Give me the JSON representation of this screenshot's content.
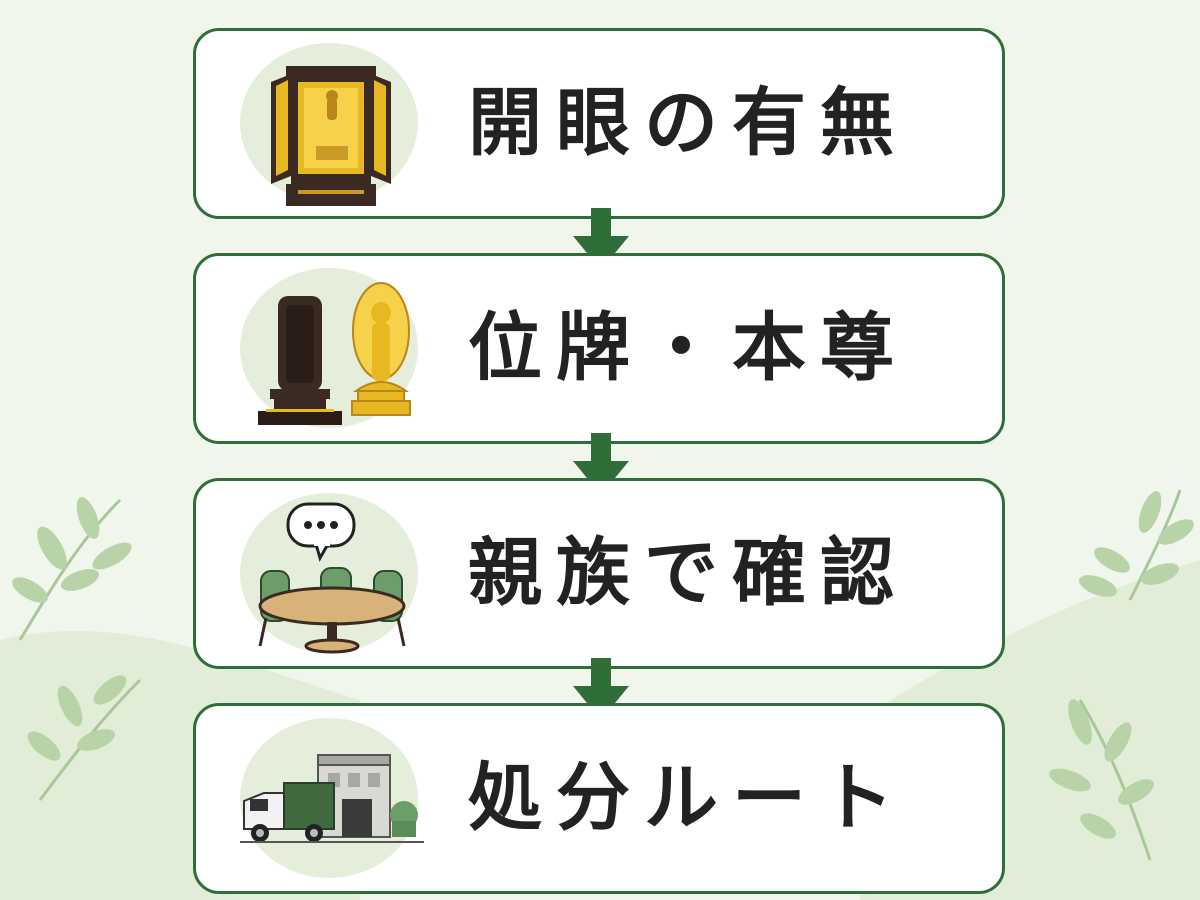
{
  "colors": {
    "background": "#f1f6ec",
    "card_border": "#2f6e38",
    "arrow": "#2f6e38",
    "text": "#222222",
    "icon_circle": "#e4eedb",
    "gold": "#e7b81f"
  },
  "steps": [
    {
      "label": "開眼の有無",
      "icon": "butsudan-icon"
    },
    {
      "label": "位牌・本尊",
      "icon": "ihai-honzon-icon"
    },
    {
      "label": "親族で確認",
      "icon": "family-meeting-icon"
    },
    {
      "label": "処分ルート",
      "icon": "disposal-truck-icon"
    }
  ]
}
